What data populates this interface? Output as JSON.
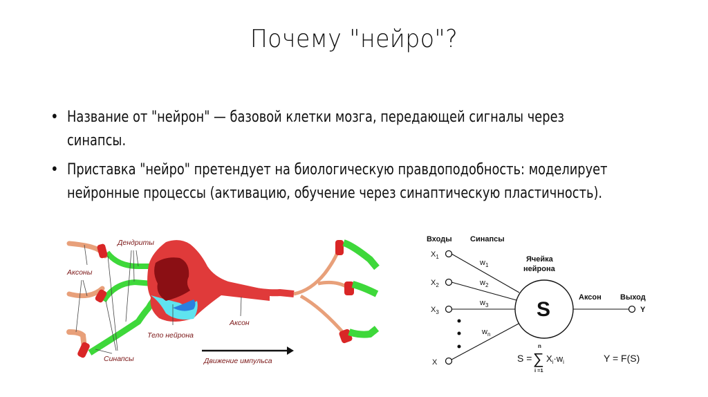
{
  "slide": {
    "title": "Почему \"нейро\"?",
    "bullets": [
      "Название от \"нейрон\" — базовой клетки мозга, передающей сигналы через синапсы.",
      "Приставка \"нейро\" претендует на биологическую правдоподобность: моделирует нейронные процессы (активацию, обучение через синаптическую пластичность)."
    ]
  },
  "bio_diagram": {
    "labels": {
      "dendrites": "Дендриты",
      "axons": "Аксоны",
      "synapses": "Синапсы",
      "cell_body": "Тело нейрона",
      "axon": "Аксон",
      "impulse": "Движение импульса"
    },
    "colors": {
      "dendrite": "#3ed83a",
      "synapse": "#d92626",
      "axon_in": "#e8a07a",
      "body": "#e03a3a",
      "nucleus": "#8b0f14",
      "cyan": "#5fe3ef",
      "blue": "#2a7fe0",
      "label": "#7a1515"
    }
  },
  "model_diagram": {
    "labels": {
      "inputs": "Входы",
      "synapses": "Синапсы",
      "cell": "Ячейка",
      "cell2": "нейрона",
      "axon": "Аксон",
      "output": "Выход",
      "sum_symbol": "S",
      "output_var": "Y"
    },
    "inputs": [
      "X1",
      "X2",
      "X3",
      "X"
    ],
    "weights": [
      "w1",
      "w2",
      "w3",
      "wn"
    ],
    "formula_sum": "S = Σ Xi·wi",
    "formula_sum_upper": "n",
    "formula_sum_lower": "i =1",
    "formula_out": "Y = F(S)"
  }
}
